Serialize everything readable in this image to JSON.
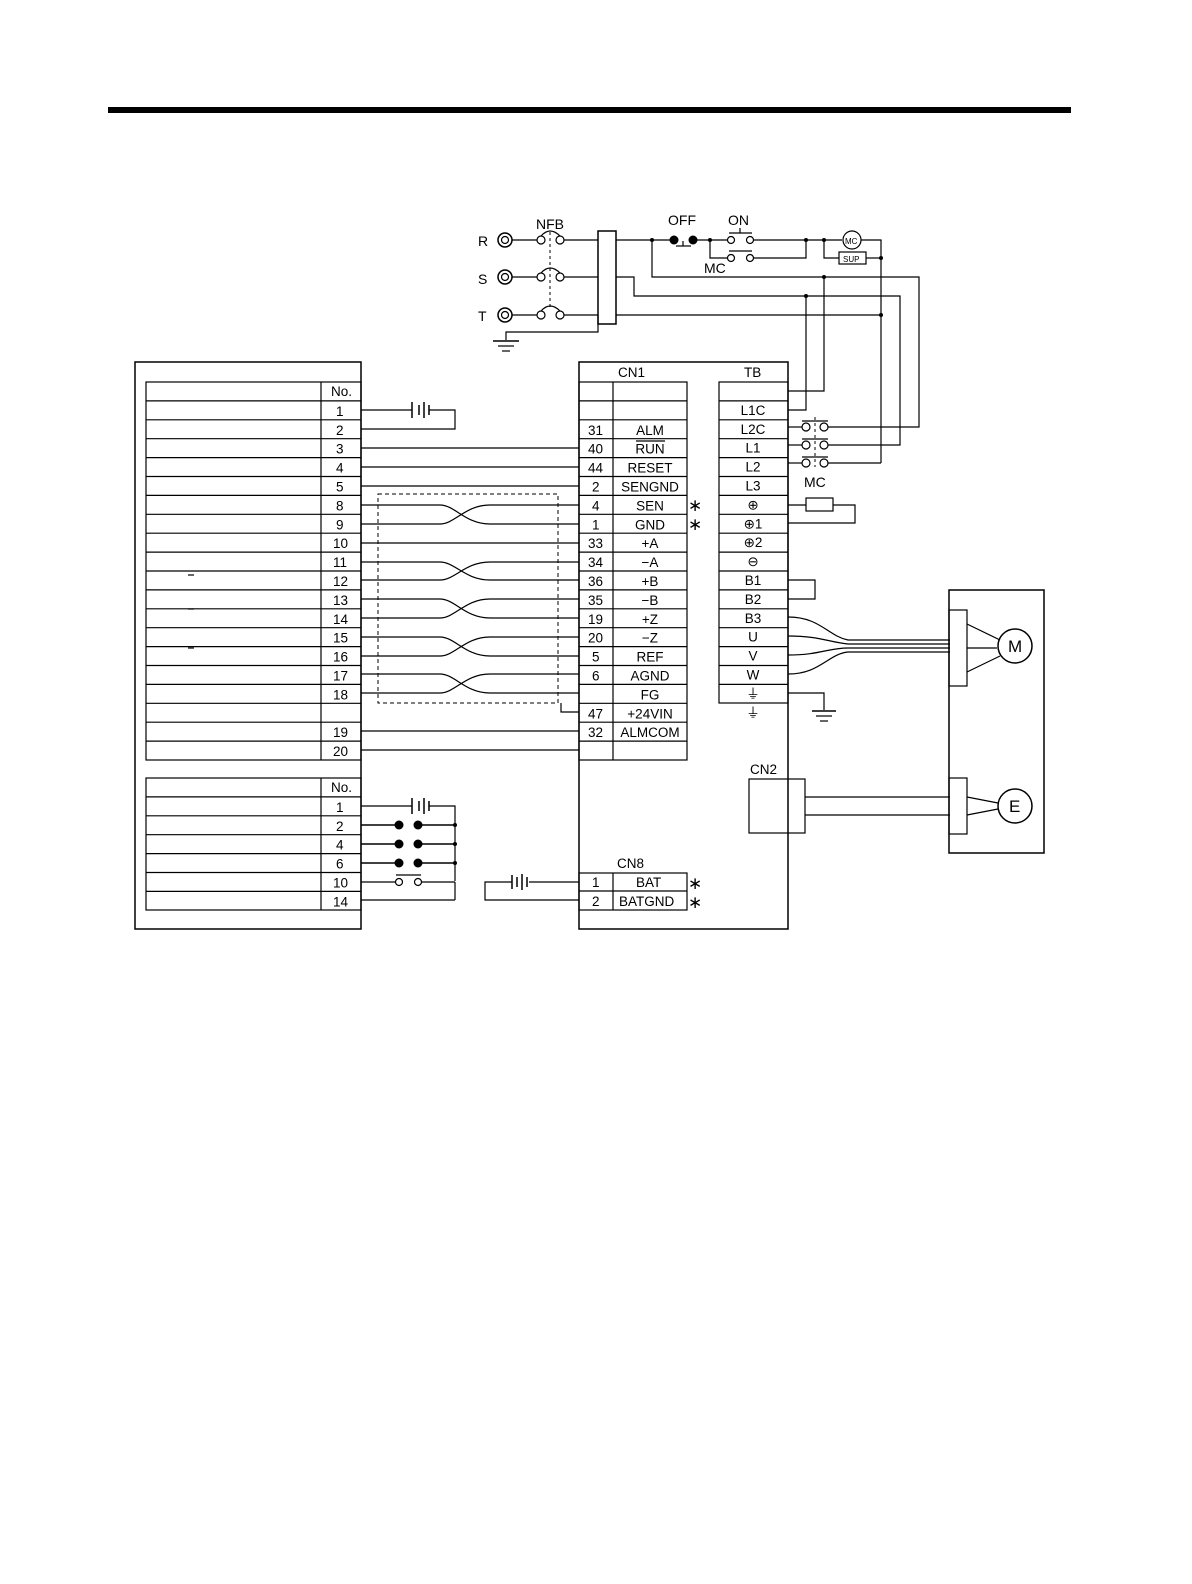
{
  "power": {
    "phases": [
      "R",
      "S",
      "T"
    ],
    "nfb_label": "NFB",
    "off_label": "OFF",
    "on_label": "ON",
    "mc_label": "MC",
    "mc_coil_label": "MC",
    "sup_label": "SUP"
  },
  "controller": {
    "io_header": "No.",
    "io_pins": [
      "1",
      "2",
      "3",
      "4",
      "5",
      "8",
      "9",
      "10",
      "11",
      "12",
      "13",
      "14",
      "15",
      "16",
      "17",
      "18",
      "",
      "19",
      "20"
    ],
    "enc_header": "No.",
    "enc_pins": [
      "1",
      "2",
      "4",
      "6",
      "10",
      "14"
    ]
  },
  "driver": {
    "cn1_title": "CN1",
    "tb_title": "TB",
    "cn1_pins": [
      "",
      "",
      "31",
      "40",
      "44",
      "2",
      "4",
      "1",
      "33",
      "34",
      "36",
      "35",
      "19",
      "20",
      "5",
      "6",
      "",
      "47",
      "32"
    ],
    "cn1_signals": [
      "",
      "",
      "ALM",
      "RUN",
      "RESET",
      "SENGND",
      "SEN",
      "GND",
      "+A",
      "−A",
      "+B",
      "−B",
      "+Z",
      "−Z",
      "REF",
      "AGND",
      "FG",
      "+24VIN",
      "ALMCOM"
    ],
    "star_mark": "∗",
    "tb_terminals": [
      "L1C",
      "L2C",
      "L1",
      "L2",
      "L3",
      "⊕",
      "⊕1",
      "⊕2",
      "⊖",
      "B1",
      "B2",
      "B3",
      "U",
      "V",
      "W",
      "⏚",
      "⏚"
    ],
    "mc_label": "MC",
    "cn2_title": "CN2",
    "cn8_title": "CN8",
    "cn8_pins": [
      "1",
      "2"
    ],
    "cn8_signals": [
      "BAT",
      "BATGND"
    ]
  },
  "motor": {
    "motor_symbol": "M",
    "encoder_symbol": "E"
  }
}
